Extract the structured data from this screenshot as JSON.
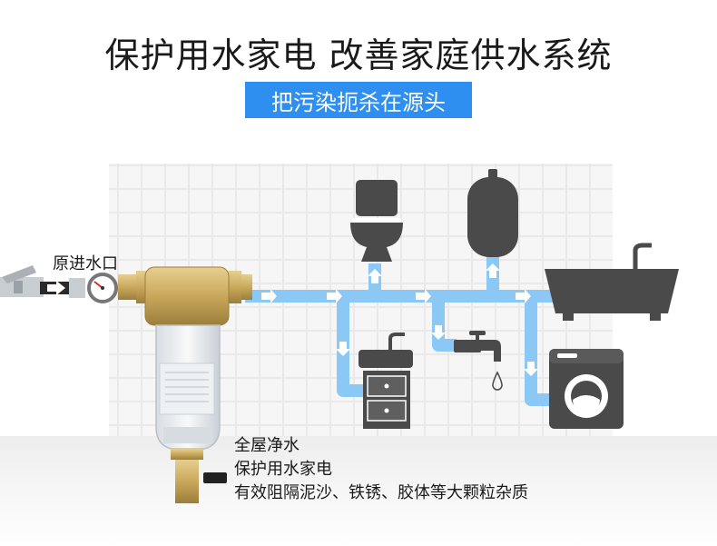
{
  "header": {
    "title": "保护用水家电 改善家庭供水系统",
    "subtitle": "把污染扼杀在源头"
  },
  "labels": {
    "inlet": "原进水口",
    "caption_line1": "全屋净水",
    "caption_line2": "保护用水家电",
    "caption_line3": "有效阻隔泥沙、铁锈、胶体等大颗粒杂质"
  },
  "icons": {
    "toilet": "toilet-icon",
    "water_heater": "water-heater-icon",
    "bathtub": "bathtub-icon",
    "washbasin": "washbasin-icon",
    "faucet": "faucet-icon",
    "washing_machine": "washing-machine-icon",
    "pressure_gauge": "pressure-gauge-icon",
    "pre_filter": "pre-filter-icon"
  },
  "colors": {
    "pipe": "#8cc8f5",
    "accent": "#2f8ff0",
    "appliance": "#4a4a4a",
    "brass": "#c9a85c"
  }
}
